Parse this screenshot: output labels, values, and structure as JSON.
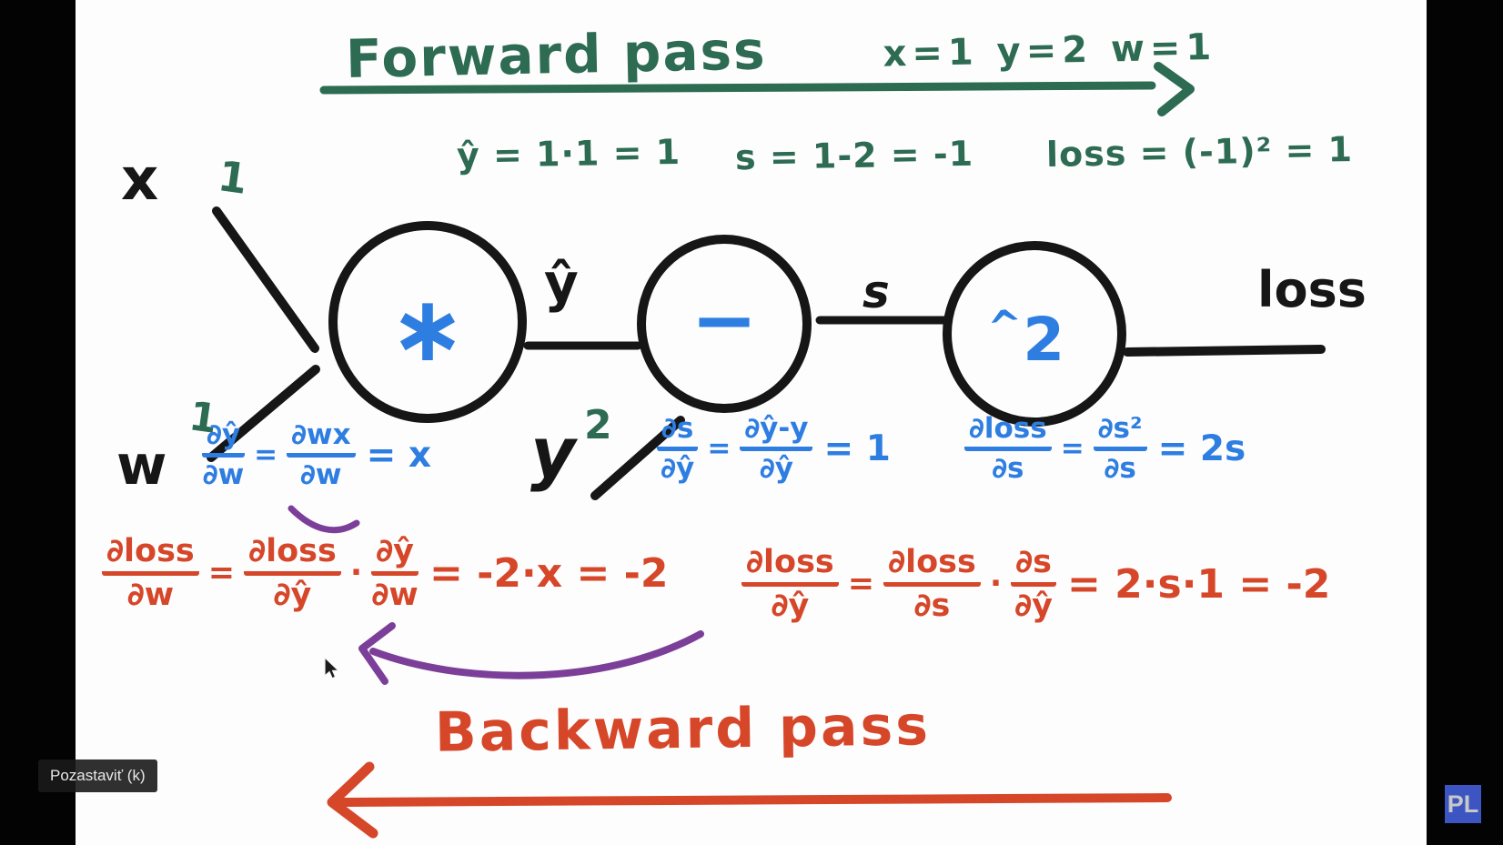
{
  "video": {
    "tooltip": "Pozastaviť (k)",
    "watermark": "PL"
  },
  "board": {
    "title": "Forward pass",
    "title_params": "x=1 y=2 w=1",
    "forward_calcs": {
      "yhat": "ŷ = 1·1 = 1",
      "s": "s = 1-2 = -1",
      "loss": "loss = (-1)² = 1"
    },
    "graph": {
      "input_x": "x",
      "input_w": "w",
      "weight_x": "1",
      "weight_w": "1",
      "node_multiply": "∗",
      "node_subtract": "−",
      "node_square_caret": "^",
      "node_square_exp": "2",
      "edge_yhat": "ŷ",
      "edge_s": "s",
      "edge_loss": "loss",
      "target_y": "y",
      "target_exp": "2"
    },
    "symbols": {
      "eq": "=",
      "dot": "·"
    },
    "local_gradients": [
      {
        "n1": "∂ŷ",
        "d1": "∂w",
        "n2": "∂wx",
        "d2": "∂w",
        "result": "= x"
      },
      {
        "n1": "∂s",
        "d1": "∂ŷ",
        "n2": "∂ŷ-y",
        "d2": "∂ŷ",
        "result": "= 1"
      },
      {
        "n1": "∂loss",
        "d1": "∂s",
        "n2": "∂s²",
        "d2": "∂s",
        "result": "= 2s"
      }
    ],
    "chain_rule": [
      {
        "n1": "∂loss",
        "d1": "∂w",
        "n2": "∂loss",
        "d2": "∂ŷ",
        "n3": "∂ŷ",
        "d3": "∂w",
        "result": "= -2·x = -2"
      },
      {
        "n1": "∂loss",
        "d1": "∂ŷ",
        "n2": "∂loss",
        "d2": "∂s",
        "n3": "∂s",
        "d3": "∂ŷ",
        "result": "= 2·s·1 = -2"
      }
    ],
    "backward_label": "Backward pass"
  },
  "colors": {
    "green": "#2d6b53",
    "blue": "#2e7ee2",
    "red": "#d6472a",
    "purple": "#7c3f99",
    "ink": "#161616"
  }
}
